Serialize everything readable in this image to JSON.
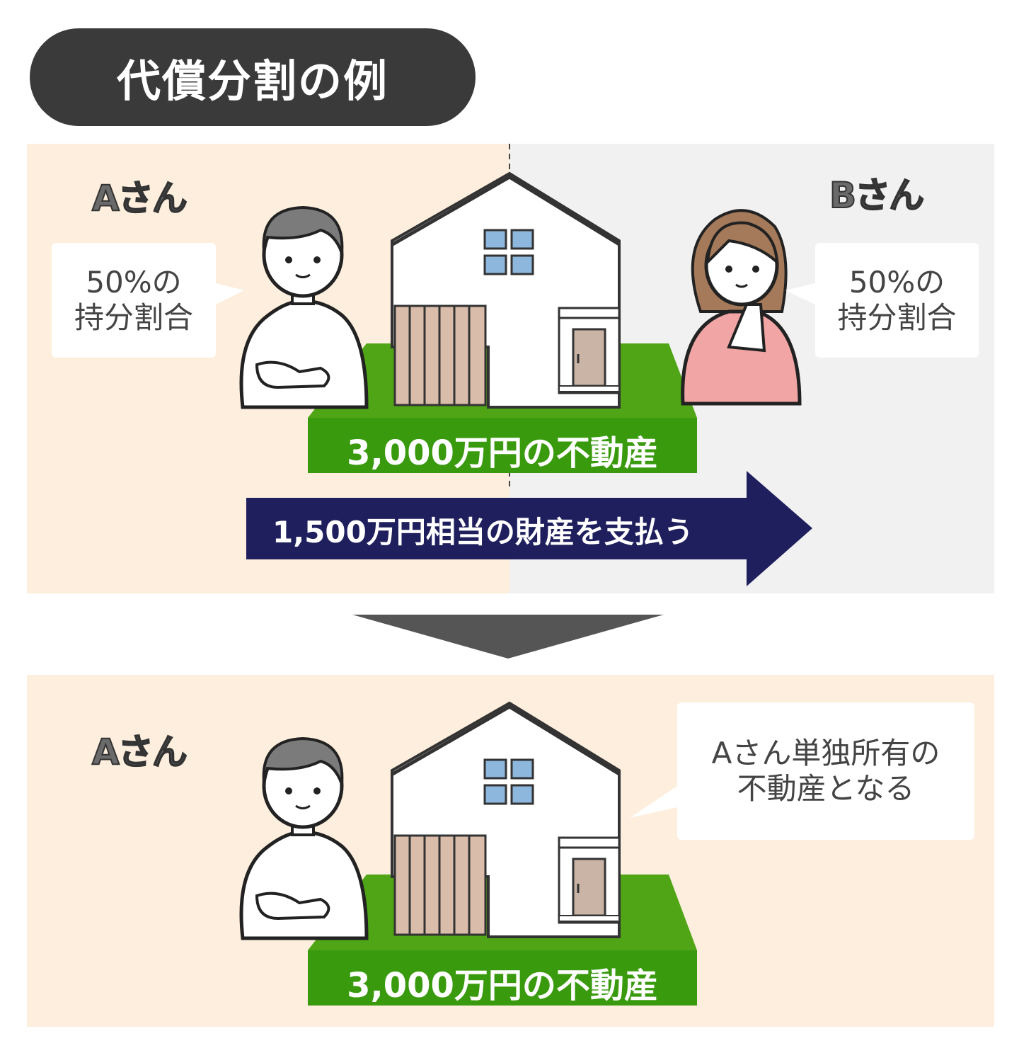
{
  "title": "代償分割の例",
  "before": {
    "person_a": {
      "name": "Aさん",
      "share_line1": "50%の",
      "share_line2": "持分割合"
    },
    "person_b": {
      "name": "Bさん",
      "share_line1": "50%の",
      "share_line2": "持分割合"
    },
    "property_label": "3,000万円の不動産",
    "payment_label": "1,500万円相当の財産を支払う"
  },
  "after": {
    "person_a": {
      "name": "Aさん"
    },
    "property_label": "3,000万円の不動産",
    "result_line1": "Aさん単独所有の",
    "result_line2": "不動産となる"
  },
  "colors": {
    "peach": "#fdeedd",
    "gray_bg": "#f1f1f1",
    "green": "#4fa516",
    "navy": "#1f1f5e",
    "title_bg": "#3a3a3a"
  }
}
